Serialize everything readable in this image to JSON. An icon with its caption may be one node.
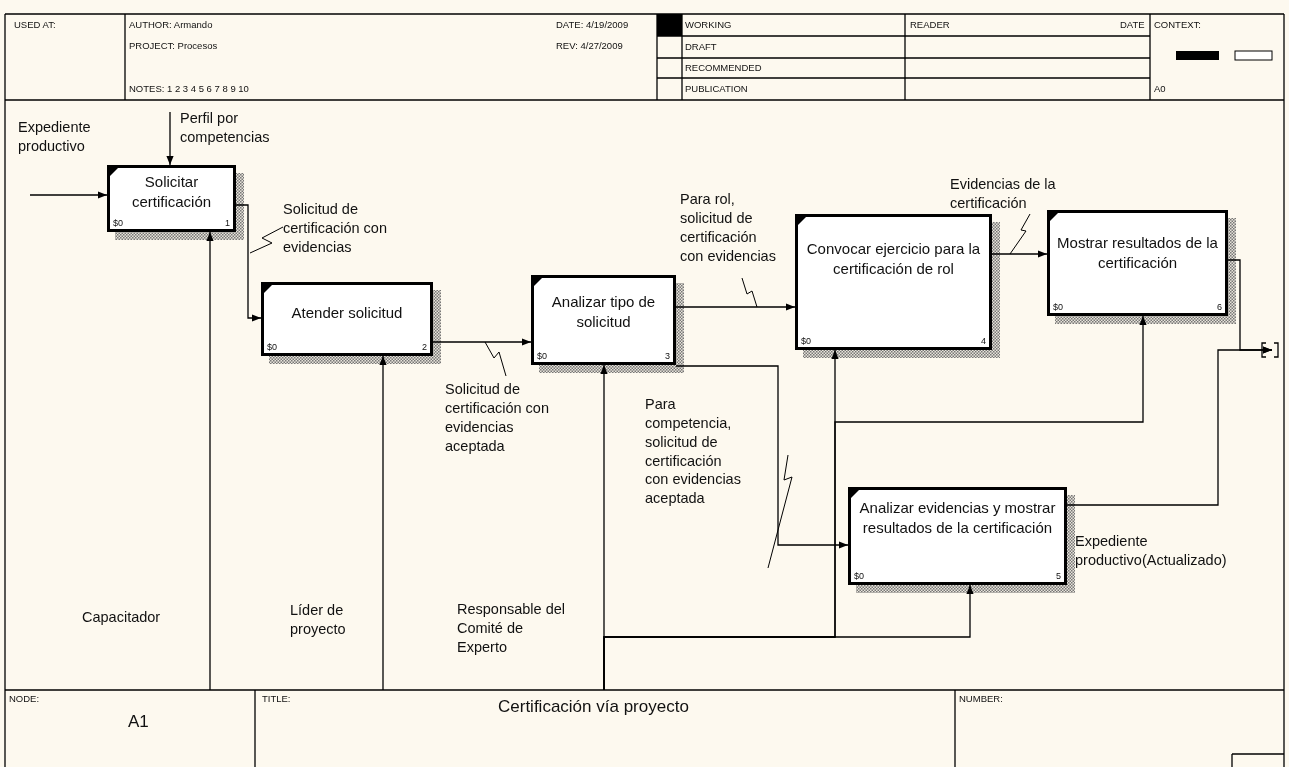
{
  "diagram": {
    "title": "Certificación vía proyecto",
    "nodes": [
      {
        "text": [
          "Solicitar certificación",
          "$0",
          "1"
        ]
      },
      {
        "text": [
          "Atender solicitud",
          "$0",
          "2"
        ]
      },
      {
        "text": [
          "Analizar tipo de solicitud",
          "$0",
          "3"
        ]
      },
      {
        "text": [
          "Convocar ejercicio para la certificación de rol",
          "$0",
          "4"
        ]
      },
      {
        "text": [
          "Mostrar resultados de la certificación",
          "$0",
          "6"
        ]
      },
      {
        "text": [
          "Analizar evidencias y mostrar resultados de la certificación",
          "$0",
          "5"
        ]
      }
    ],
    "edges": [
      {
        "from": null,
        "to": 0,
        "arrow": "to",
        "label": "Expediente productivo"
      },
      {
        "from": null,
        "to": 0,
        "arrow": "to",
        "label": "Perfil por competencias"
      },
      {
        "from": null,
        "to": 0,
        "arrow": "to",
        "label": "Capacitador"
      },
      {
        "from": 0,
        "to": 1,
        "arrow": "to",
        "label": "Solicitud de certificación con evidencias"
      },
      {
        "from": null,
        "to": 1,
        "arrow": "to",
        "label": "Líder de proyecto"
      },
      {
        "from": 1,
        "to": 2,
        "arrow": "to",
        "label": "Solicitud de certificación con evidencias aceptada"
      },
      {
        "from": 2,
        "to": 3,
        "arrow": "to",
        "label": "Para rol, solicitud de certificación con evidencias"
      },
      {
        "from": 2,
        "to": 5,
        "arrow": "to",
        "label": "Para competencia, solicitud de certificación con evidencias aceptada"
      },
      {
        "from": null,
        "to": 2,
        "arrow": "to",
        "label": "Responsable del Comité de Experto"
      },
      {
        "from": null,
        "to": 3,
        "arrow": "to"
      },
      {
        "from": null,
        "to": 4,
        "arrow": "to"
      },
      {
        "from": null,
        "to": 5,
        "arrow": "to"
      },
      {
        "from": 3,
        "to": 4,
        "arrow": "to",
        "label": "Evidencias de la certificación"
      },
      {
        "from": 4,
        "to": null,
        "arrow": "to"
      },
      {
        "from": 5,
        "to": null,
        "arrow": "to",
        "label": "Expediente productivo(Actualizado)"
      }
    ],
    "labels": [
      "USED AT:",
      "AUTHOR: Armando",
      "PROJECT: Procesos",
      "NOTES: 1 2 3 4 5 6 7 8 9 10",
      "DATE: 4/19/2009",
      "REV: 4/27/2009",
      "WORKING",
      "DRAFT",
      "RECOMMENDED",
      "PUBLICATION",
      "READER",
      "DATE",
      "CONTEXT:",
      "A0",
      "NODE:",
      "A1",
      "TITLE:",
      "NUMBER:"
    ]
  }
}
